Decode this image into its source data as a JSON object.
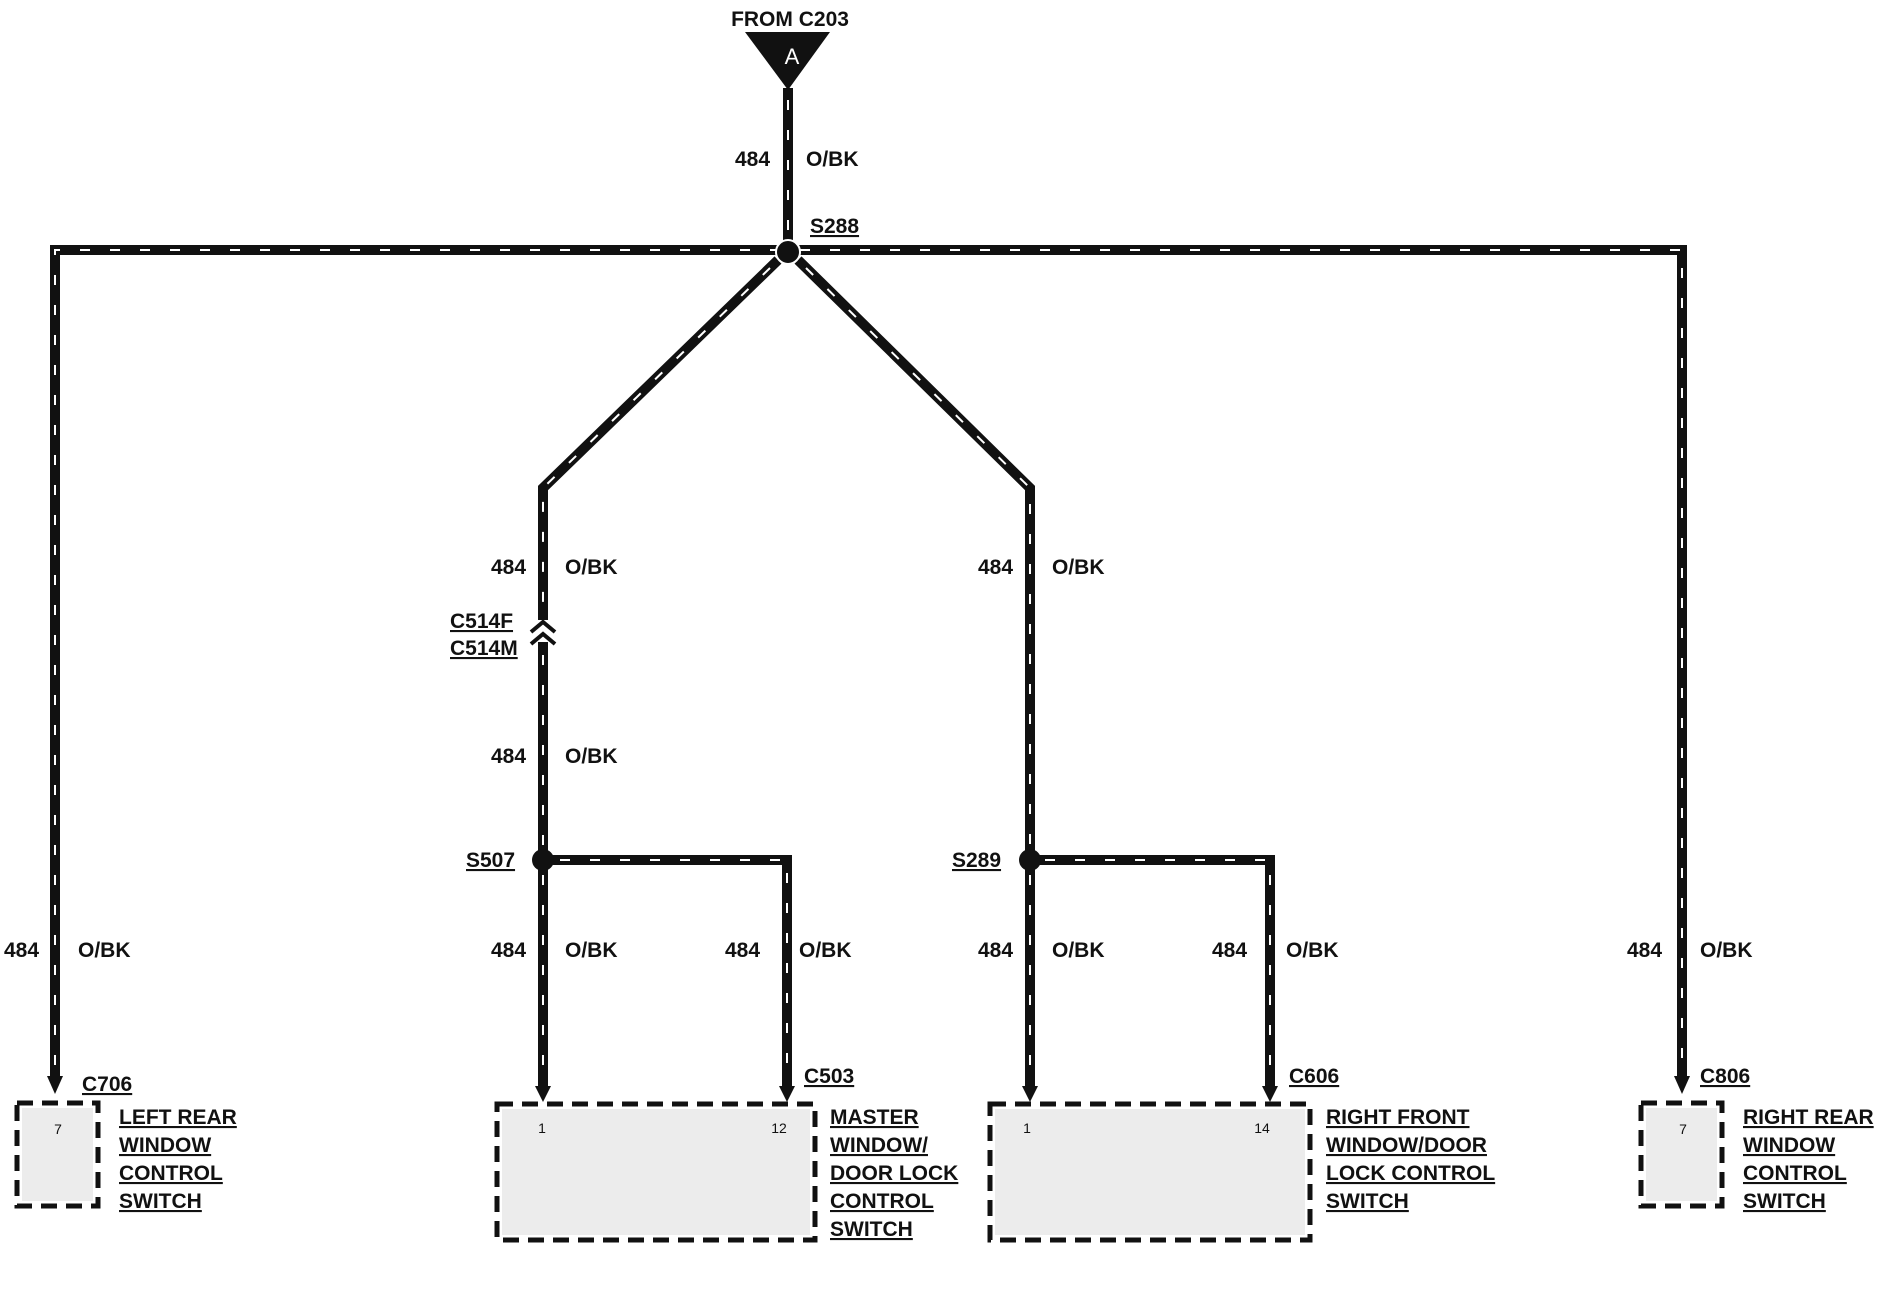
{
  "source": {
    "label": "FROM C203",
    "marker": "A"
  },
  "wire": {
    "circuit": "484",
    "color": "O/BK"
  },
  "splices": {
    "top": "S288",
    "left": "S507",
    "right": "S289"
  },
  "inline_connector": {
    "female": "C514F",
    "male": "C514M"
  },
  "components": {
    "left_rear": {
      "connector": "C706",
      "pin": "7",
      "lines": [
        "LEFT REAR",
        "WINDOW",
        "CONTROL",
        "SWITCH"
      ]
    },
    "master": {
      "connector": "C503",
      "pin_a": "1",
      "pin_b": "12",
      "lines": [
        "MASTER",
        "WINDOW/",
        "DOOR LOCK",
        "CONTROL",
        "SWITCH"
      ]
    },
    "right_front": {
      "connector": "C606",
      "pin_a": "1",
      "pin_b": "14",
      "lines": [
        "RIGHT FRONT",
        "WINDOW/DOOR",
        "LOCK CONTROL",
        "SWITCH"
      ]
    },
    "right_rear": {
      "connector": "C806",
      "pin": "7",
      "lines": [
        "RIGHT REAR",
        "WINDOW",
        "CONTROL",
        "SWITCH"
      ]
    }
  },
  "colors": {
    "wire": "#111111",
    "background": "#ffffff"
  }
}
